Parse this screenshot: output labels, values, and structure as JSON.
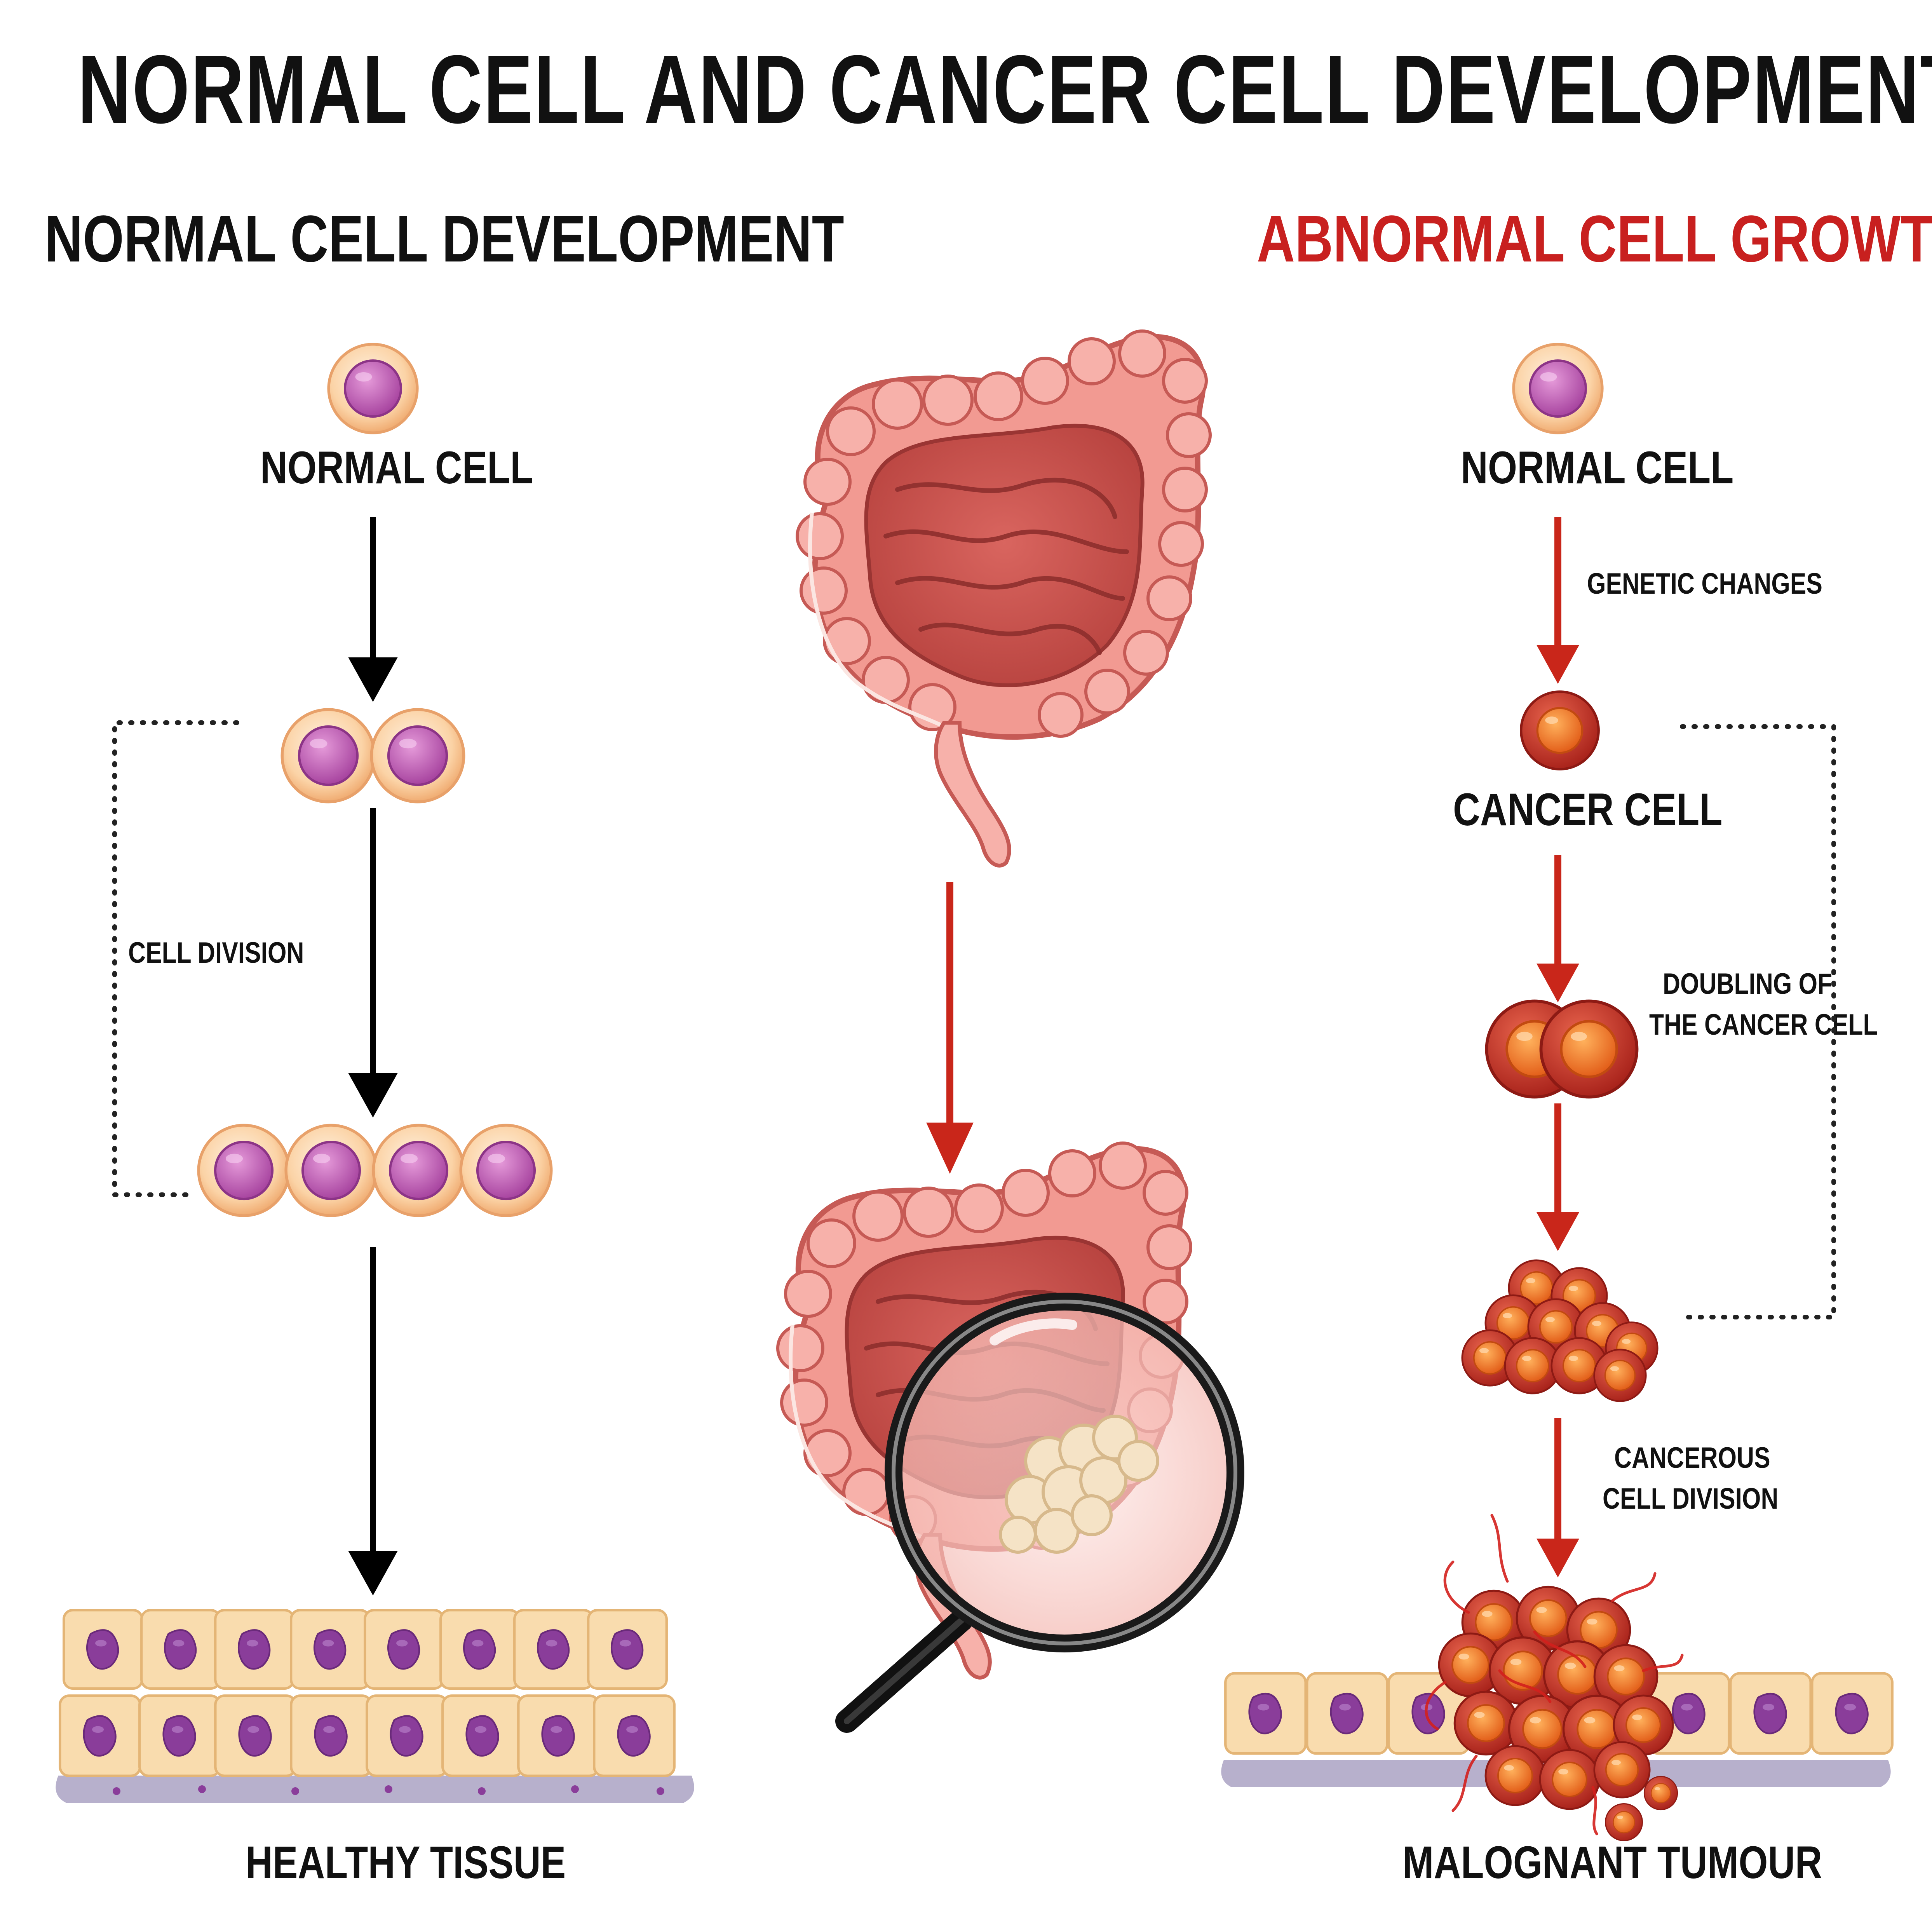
{
  "title": "NORMAL CELL AND CANCER CELL DEVELOPMENT",
  "left": {
    "heading": "NORMAL CELL DEVELOPMENT",
    "normal_cell": "NORMAL CELL",
    "cell_division": "CELL DIVISION",
    "healthy_tissue": "HEALTHY TISSUE"
  },
  "right": {
    "heading": "ABNORMAL CELL GROWTH",
    "normal_cell": "NORMAL CELL",
    "genetic_changes": "GENETIC CHANGES",
    "cancer_cell": "CANCER CELL",
    "doubling_line1": "DOUBLING OF",
    "doubling_line2": "THE CANCER CELL",
    "cancerous_line1": "CANCEROUS",
    "cancerous_line2": "CELL DIVISION",
    "malignant_tumour": "MALOGNANT TUMOUR"
  },
  "colors": {
    "title": "#111111",
    "abnormal_heading": "#c8201f",
    "black_arrow": "#000000",
    "red_arrow": "#c9261a",
    "normal_cell_outer": "#fbd3a6",
    "normal_cell_nucleus": "#c466b8",
    "cancer_cell": "#c83a2a",
    "cancer_nucleus": "#f07a2a",
    "tissue_cell": "#f9dcae",
    "tissue_nucleus": "#8a3d9a",
    "intestine": "#e8807a",
    "membrane": "#b7b0cc"
  }
}
